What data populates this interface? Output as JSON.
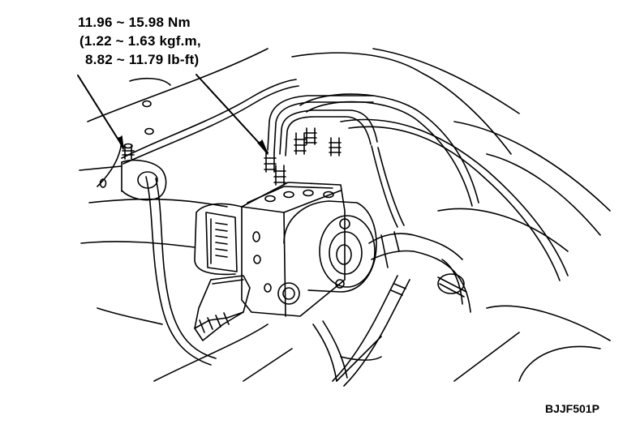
{
  "torque_spec": {
    "line1": "11.96 ~ 15.98 Nm",
    "line2": "(1.22 ~ 1.63 kgf.m,",
    "line3": "8.82 ~ 11.79 lb-ft)"
  },
  "figure_code": "BJJF501P",
  "colors": {
    "line": "#000000",
    "background": "#ffffff"
  }
}
